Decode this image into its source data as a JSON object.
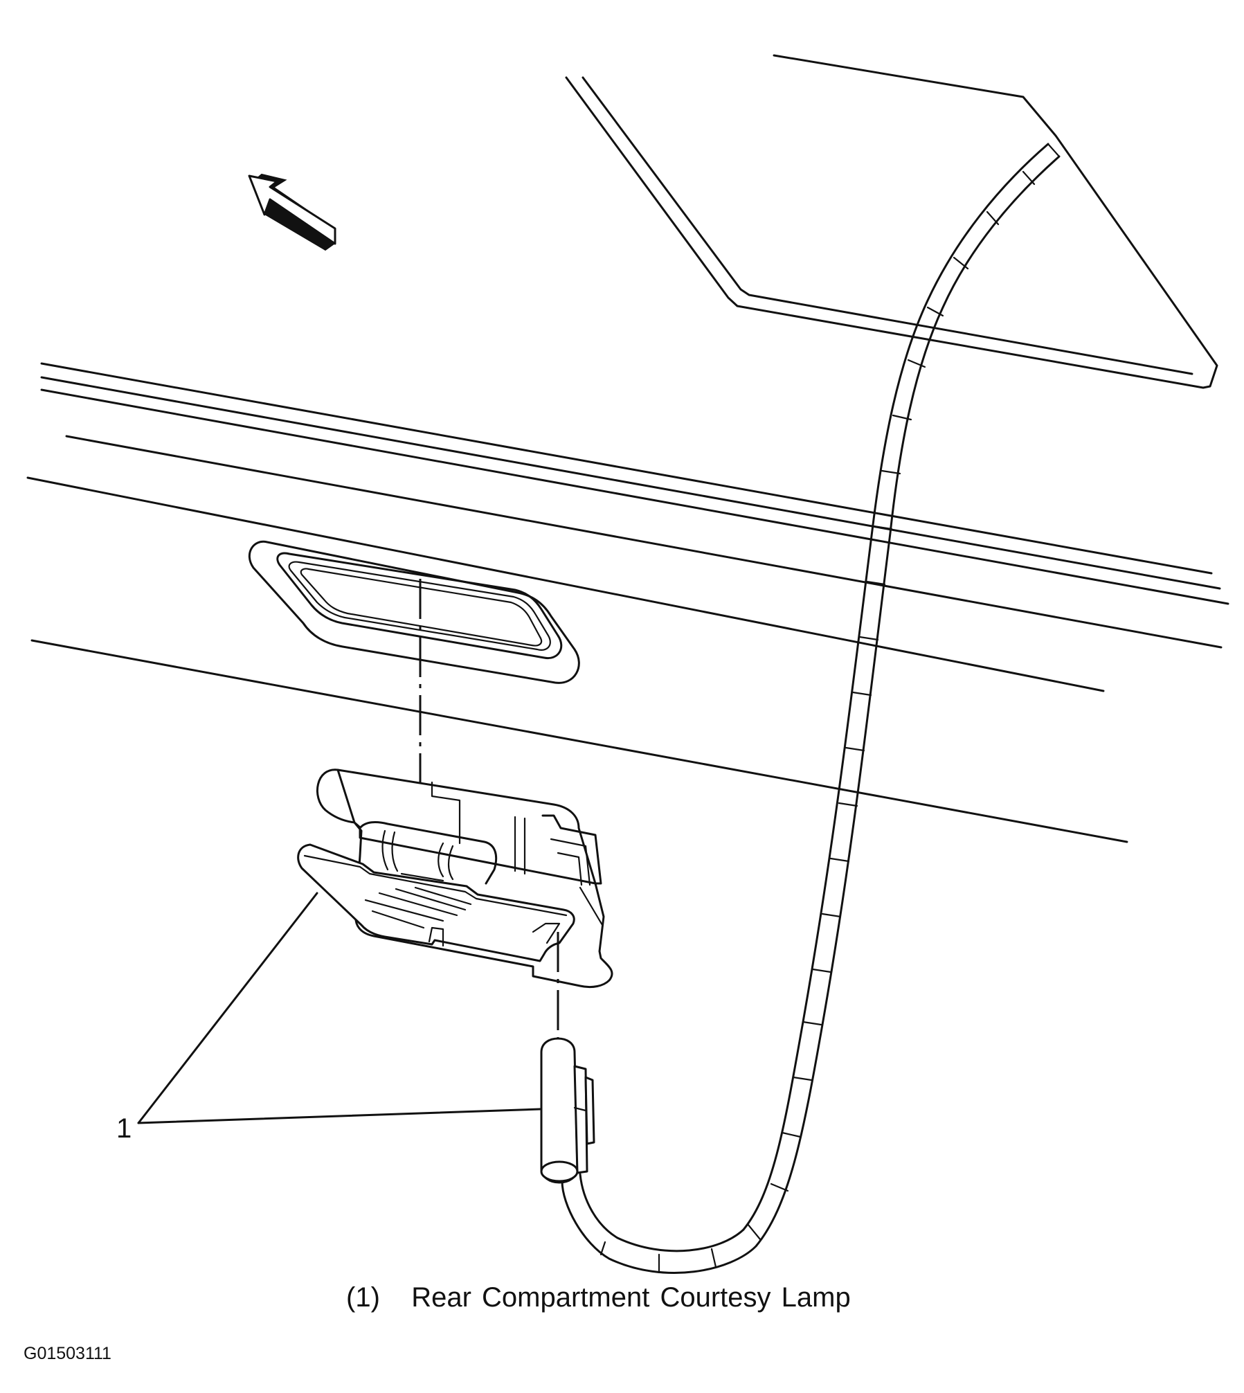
{
  "callout": {
    "number": "1"
  },
  "caption": {
    "number": "(1)",
    "text": "Rear Compartment Courtesy Lamp"
  },
  "figure_id": "G01503111",
  "colors": {
    "ink": "#111111",
    "background": "#ffffff"
  },
  "icons": {
    "direction_arrow": "front-direction-arrow-icon"
  }
}
